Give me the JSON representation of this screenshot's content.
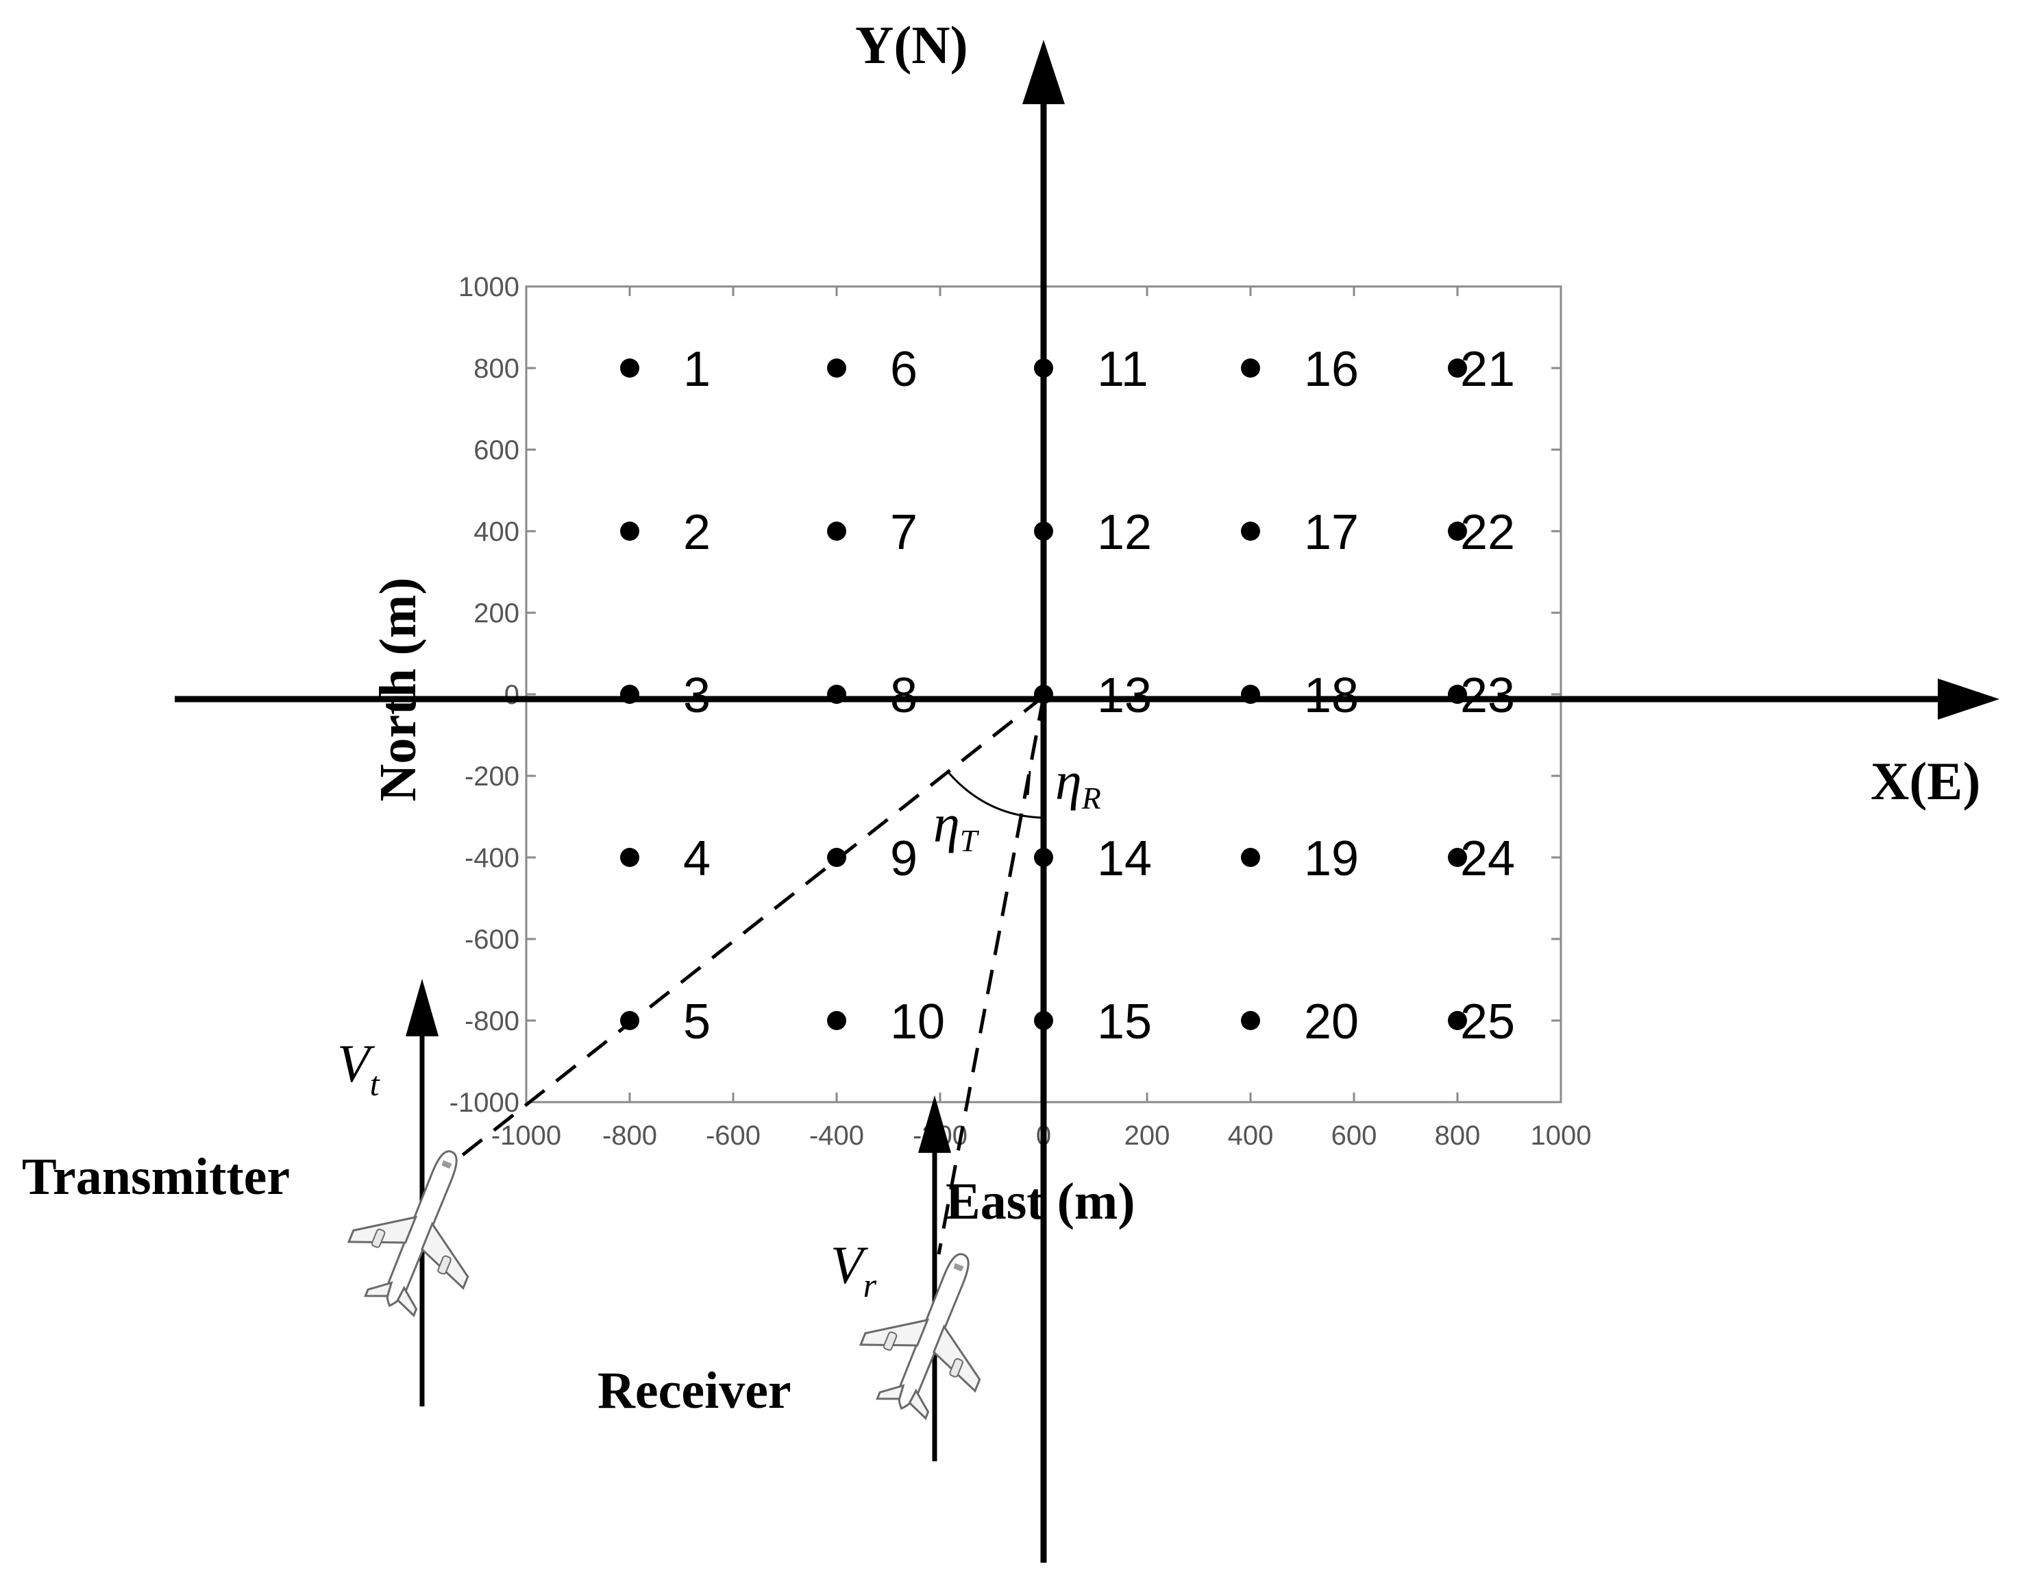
{
  "diagram": {
    "axis_y_label": "Y(N)",
    "axis_x_label": "X(E)",
    "plot_xlabel": "East (m)",
    "plot_ylabel": "North (m)",
    "xticks": [
      "-1000",
      "-800",
      "-600",
      "-400",
      "-200",
      "0",
      "200",
      "400",
      "600",
      "800",
      "1000"
    ],
    "yticks": [
      "1000",
      "800",
      "600",
      "400",
      "200",
      "0",
      "-200",
      "-400",
      "-600",
      "-800",
      "-1000"
    ],
    "points": [
      {
        "label": "1",
        "x": -800,
        "y": 800
      },
      {
        "label": "2",
        "x": -800,
        "y": 400
      },
      {
        "label": "3",
        "x": -800,
        "y": 0
      },
      {
        "label": "4",
        "x": -800,
        "y": -400
      },
      {
        "label": "5",
        "x": -800,
        "y": -800
      },
      {
        "label": "6",
        "x": -400,
        "y": 800
      },
      {
        "label": "7",
        "x": -400,
        "y": 400
      },
      {
        "label": "8",
        "x": -400,
        "y": 0
      },
      {
        "label": "9",
        "x": -400,
        "y": -400
      },
      {
        "label": "10",
        "x": -400,
        "y": -800
      },
      {
        "label": "11",
        "x": 0,
        "y": 800
      },
      {
        "label": "12",
        "x": 0,
        "y": 400
      },
      {
        "label": "13",
        "x": 0,
        "y": 0
      },
      {
        "label": "14",
        "x": 0,
        "y": -400
      },
      {
        "label": "15",
        "x": 0,
        "y": -800
      },
      {
        "label": "16",
        "x": 400,
        "y": 800
      },
      {
        "label": "17",
        "x": 400,
        "y": 400
      },
      {
        "label": "18",
        "x": 400,
        "y": 0
      },
      {
        "label": "19",
        "x": 400,
        "y": -400
      },
      {
        "label": "20",
        "x": 400,
        "y": -800
      },
      {
        "label": "21",
        "x": 800,
        "y": 800
      },
      {
        "label": "22",
        "x": 800,
        "y": 400
      },
      {
        "label": "23",
        "x": 800,
        "y": 0
      },
      {
        "label": "24",
        "x": 800,
        "y": -400
      },
      {
        "label": "25",
        "x": 800,
        "y": -800
      }
    ],
    "transmitter_label": "Transmitter",
    "receiver_label": "Receiver",
    "vt_main": "V",
    "vt_sub": "t",
    "vr_main": "V",
    "vr_sub": "r",
    "eta_main": "η",
    "eta_t_sub": "T",
    "eta_r_sub": "R",
    "icons": [
      "transmitter-airplane-icon",
      "receiver-airplane-icon"
    ]
  }
}
